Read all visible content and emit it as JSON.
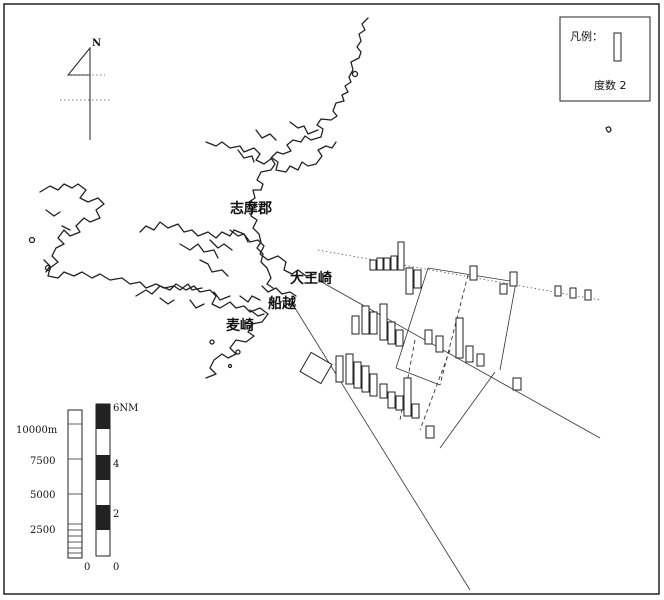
{
  "north_label": "N",
  "legend": {
    "title": "凡例：",
    "bar_label": "度数 2"
  },
  "places": {
    "district": "志摩郡",
    "cape_daiozaki": "大王崎",
    "funakoshi": "船越",
    "mugisaki": "麦崎"
  },
  "scale_m": {
    "ticks": [
      "10000m",
      "7500",
      "5000",
      "2500"
    ],
    "zero": "0"
  },
  "scale_nm": {
    "ticks": [
      "6NM",
      "4",
      "2",
      "0"
    ],
    "zero": "0"
  },
  "colors": {
    "ink": "#222222",
    "paper": "#ffffff"
  }
}
